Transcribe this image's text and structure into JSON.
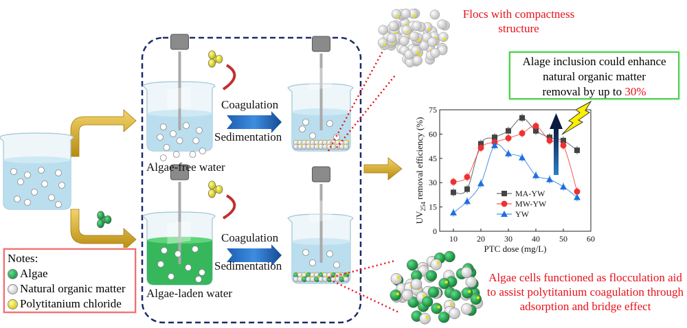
{
  "process": {
    "step1": "Coagulation",
    "step2": "Sedimentation",
    "top_label": "Algae-free water",
    "bottom_label": "Algae-laden water"
  },
  "notes": {
    "title": "Notes:",
    "items": [
      {
        "label": "Algae",
        "color": "#1aa54a"
      },
      {
        "label": "Natural organic matter",
        "color": "#e6e6e6"
      },
      {
        "label": "Polytitanium chloride",
        "color": "#e8e000"
      }
    ]
  },
  "annotations": {
    "flocs_line1": "Flocs with compactness",
    "flocs_line2": "structure",
    "algae_line1": "Algae cells functioned as flocculation aid",
    "algae_line2": "to assist polytitanium coagulation through",
    "algae_line3": "adsorption and bridge effect"
  },
  "callout": {
    "line1": "Alage inclusion could enhance",
    "line2": "natural organic matter",
    "line3_prefix": "removal by up to ",
    "line3_highlight": "30%"
  },
  "chart_data": {
    "type": "line",
    "xlabel": "PTC dose (mg/L)",
    "ylabel_prefix": "UV",
    "ylabel_sub": "254",
    "ylabel_suffix": " removal efficiency (%)",
    "xlim": [
      5,
      60
    ],
    "ylim": [
      0,
      75
    ],
    "xticks": [
      10,
      20,
      30,
      40,
      50,
      60
    ],
    "yticks": [
      0,
      15,
      30,
      45,
      60,
      75
    ],
    "x": [
      10,
      15,
      20,
      25,
      30,
      35,
      40,
      45,
      50,
      55
    ],
    "legend_position": "bottom-center",
    "series": [
      {
        "name": "MA-YW",
        "marker": "square",
        "color": "#444444",
        "values": [
          24,
          26,
          54,
          58,
          62,
          70,
          62,
          58,
          56,
          50
        ]
      },
      {
        "name": "MW-YW",
        "marker": "circle",
        "color": "#f03030",
        "values": [
          30.5,
          33.5,
          51.5,
          55,
          57.5,
          60.5,
          65,
          56,
          53,
          24.5
        ]
      },
      {
        "name": "YW",
        "marker": "triangle",
        "color": "#1e6fe0",
        "values": [
          11.5,
          18.5,
          29.5,
          53,
          48,
          45.5,
          34.5,
          32,
          27.5,
          21
        ]
      }
    ]
  }
}
